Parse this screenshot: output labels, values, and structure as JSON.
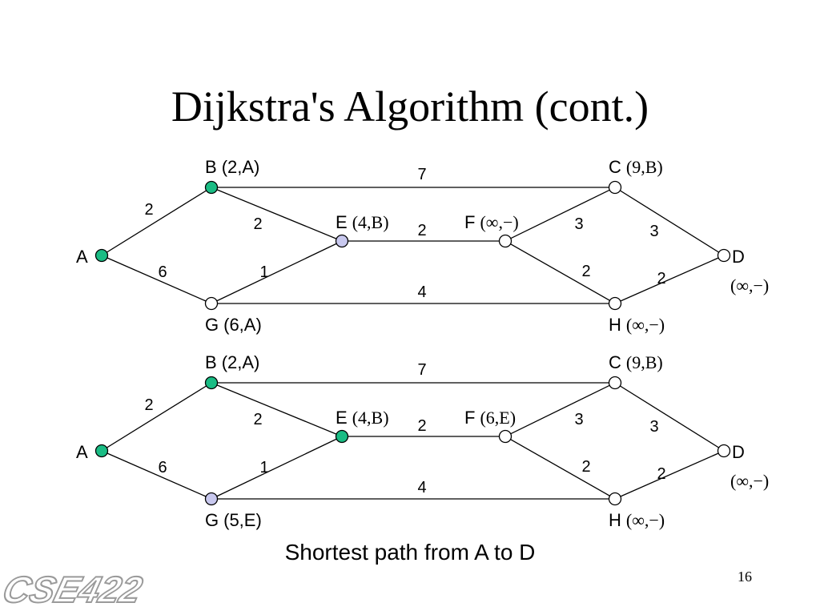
{
  "slide": {
    "title": "Dijkstra's Algorithm (cont.)",
    "caption": "Shortest path from A to D",
    "page_number": "16",
    "logo_text": "CSE422"
  },
  "colors": {
    "visited": "#1abc84",
    "frontier": "#c8c8ee",
    "unvisited": "#ffffff",
    "edge": "#000000"
  },
  "diagrams": [
    {
      "nodes": [
        {
          "id": "A",
          "name": "A",
          "annotation": "",
          "state": "visited"
        },
        {
          "id": "B",
          "name": "B",
          "annotation": "(2,A)",
          "state": "visited"
        },
        {
          "id": "E",
          "name": "E",
          "annotation": "(4,B)",
          "state": "frontier"
        },
        {
          "id": "G",
          "name": "G",
          "annotation": "(6,A)",
          "state": "unvisited"
        },
        {
          "id": "F",
          "name": "F",
          "annotation": "(∞,−)",
          "state": "unvisited"
        },
        {
          "id": "C",
          "name": "C",
          "annotation": "(9,B)",
          "state": "unvisited"
        },
        {
          "id": "H",
          "name": "H",
          "annotation": "(∞,−)",
          "state": "unvisited"
        },
        {
          "id": "D",
          "name": "D",
          "annotation": "(∞,−)",
          "state": "unvisited"
        }
      ],
      "edges": [
        {
          "from": "A",
          "to": "B",
          "weight": "2"
        },
        {
          "from": "A",
          "to": "G",
          "weight": "6"
        },
        {
          "from": "B",
          "to": "E",
          "weight": "2"
        },
        {
          "from": "G",
          "to": "E",
          "weight": "1"
        },
        {
          "from": "B",
          "to": "C",
          "weight": "7"
        },
        {
          "from": "E",
          "to": "F",
          "weight": "2"
        },
        {
          "from": "G",
          "to": "H",
          "weight": "4"
        },
        {
          "from": "F",
          "to": "C",
          "weight": "3"
        },
        {
          "from": "F",
          "to": "H",
          "weight": "2"
        },
        {
          "from": "C",
          "to": "D",
          "weight": "3"
        },
        {
          "from": "H",
          "to": "D",
          "weight": "2"
        }
      ]
    },
    {
      "nodes": [
        {
          "id": "A",
          "name": "A",
          "annotation": "",
          "state": "visited"
        },
        {
          "id": "B",
          "name": "B",
          "annotation": "(2,A)",
          "state": "visited"
        },
        {
          "id": "E",
          "name": "E",
          "annotation": "(4,B)",
          "state": "visited"
        },
        {
          "id": "G",
          "name": "G",
          "annotation": "(5,E)",
          "state": "frontier"
        },
        {
          "id": "F",
          "name": "F",
          "annotation": "(6,E)",
          "state": "unvisited"
        },
        {
          "id": "C",
          "name": "C",
          "annotation": "(9,B)",
          "state": "unvisited"
        },
        {
          "id": "H",
          "name": "H",
          "annotation": "(∞,−)",
          "state": "unvisited"
        },
        {
          "id": "D",
          "name": "D",
          "annotation": "(∞,−)",
          "state": "unvisited"
        }
      ],
      "edges": [
        {
          "from": "A",
          "to": "B",
          "weight": "2"
        },
        {
          "from": "A",
          "to": "G",
          "weight": "6"
        },
        {
          "from": "B",
          "to": "E",
          "weight": "2"
        },
        {
          "from": "G",
          "to": "E",
          "weight": "1"
        },
        {
          "from": "B",
          "to": "C",
          "weight": "7"
        },
        {
          "from": "E",
          "to": "F",
          "weight": "2"
        },
        {
          "from": "G",
          "to": "H",
          "weight": "4"
        },
        {
          "from": "F",
          "to": "C",
          "weight": "3"
        },
        {
          "from": "F",
          "to": "H",
          "weight": "2"
        },
        {
          "from": "C",
          "to": "D",
          "weight": "3"
        },
        {
          "from": "H",
          "to": "D",
          "weight": "2"
        }
      ]
    }
  ]
}
